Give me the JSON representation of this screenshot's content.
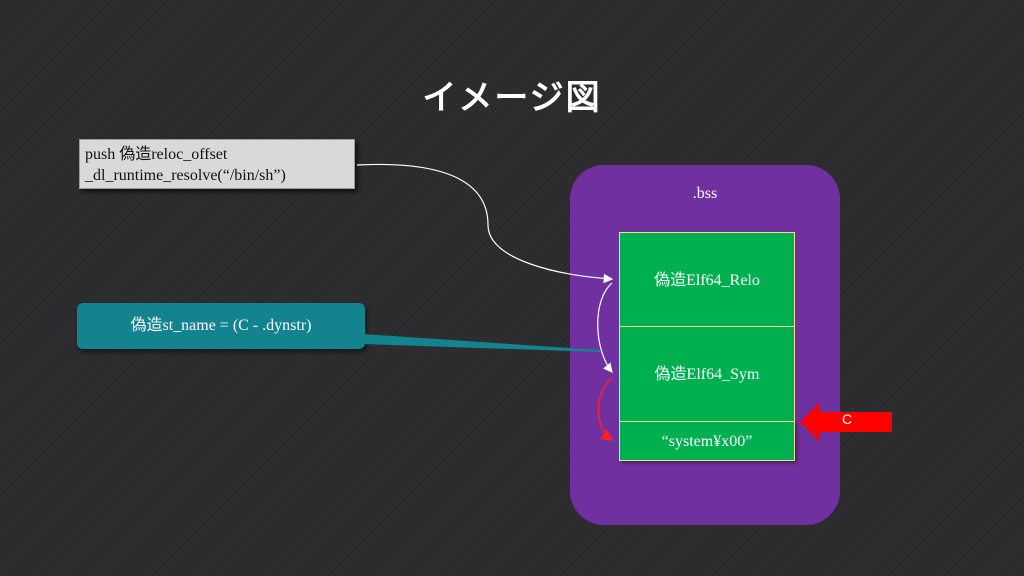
{
  "title": "イメージ図",
  "note_box": {
    "line1": "push 偽造reloc_offset",
    "line2": "_dl_runtime_resolve(“/bin/sh”)"
  },
  "teal_box": {
    "label": "偽造st_name = (C - .dynstr)"
  },
  "bss": {
    "label": ".bss",
    "cells": [
      "偽造Elf64_Relo",
      "偽造Elf64_Sym",
      "“system¥x00”"
    ]
  },
  "c_arrow": {
    "label": "C"
  },
  "colors": {
    "bss_region": "#7030a0",
    "cell_fill": "#00b050",
    "teal_box": "#12838f",
    "red_arrow": "#ff0000"
  }
}
